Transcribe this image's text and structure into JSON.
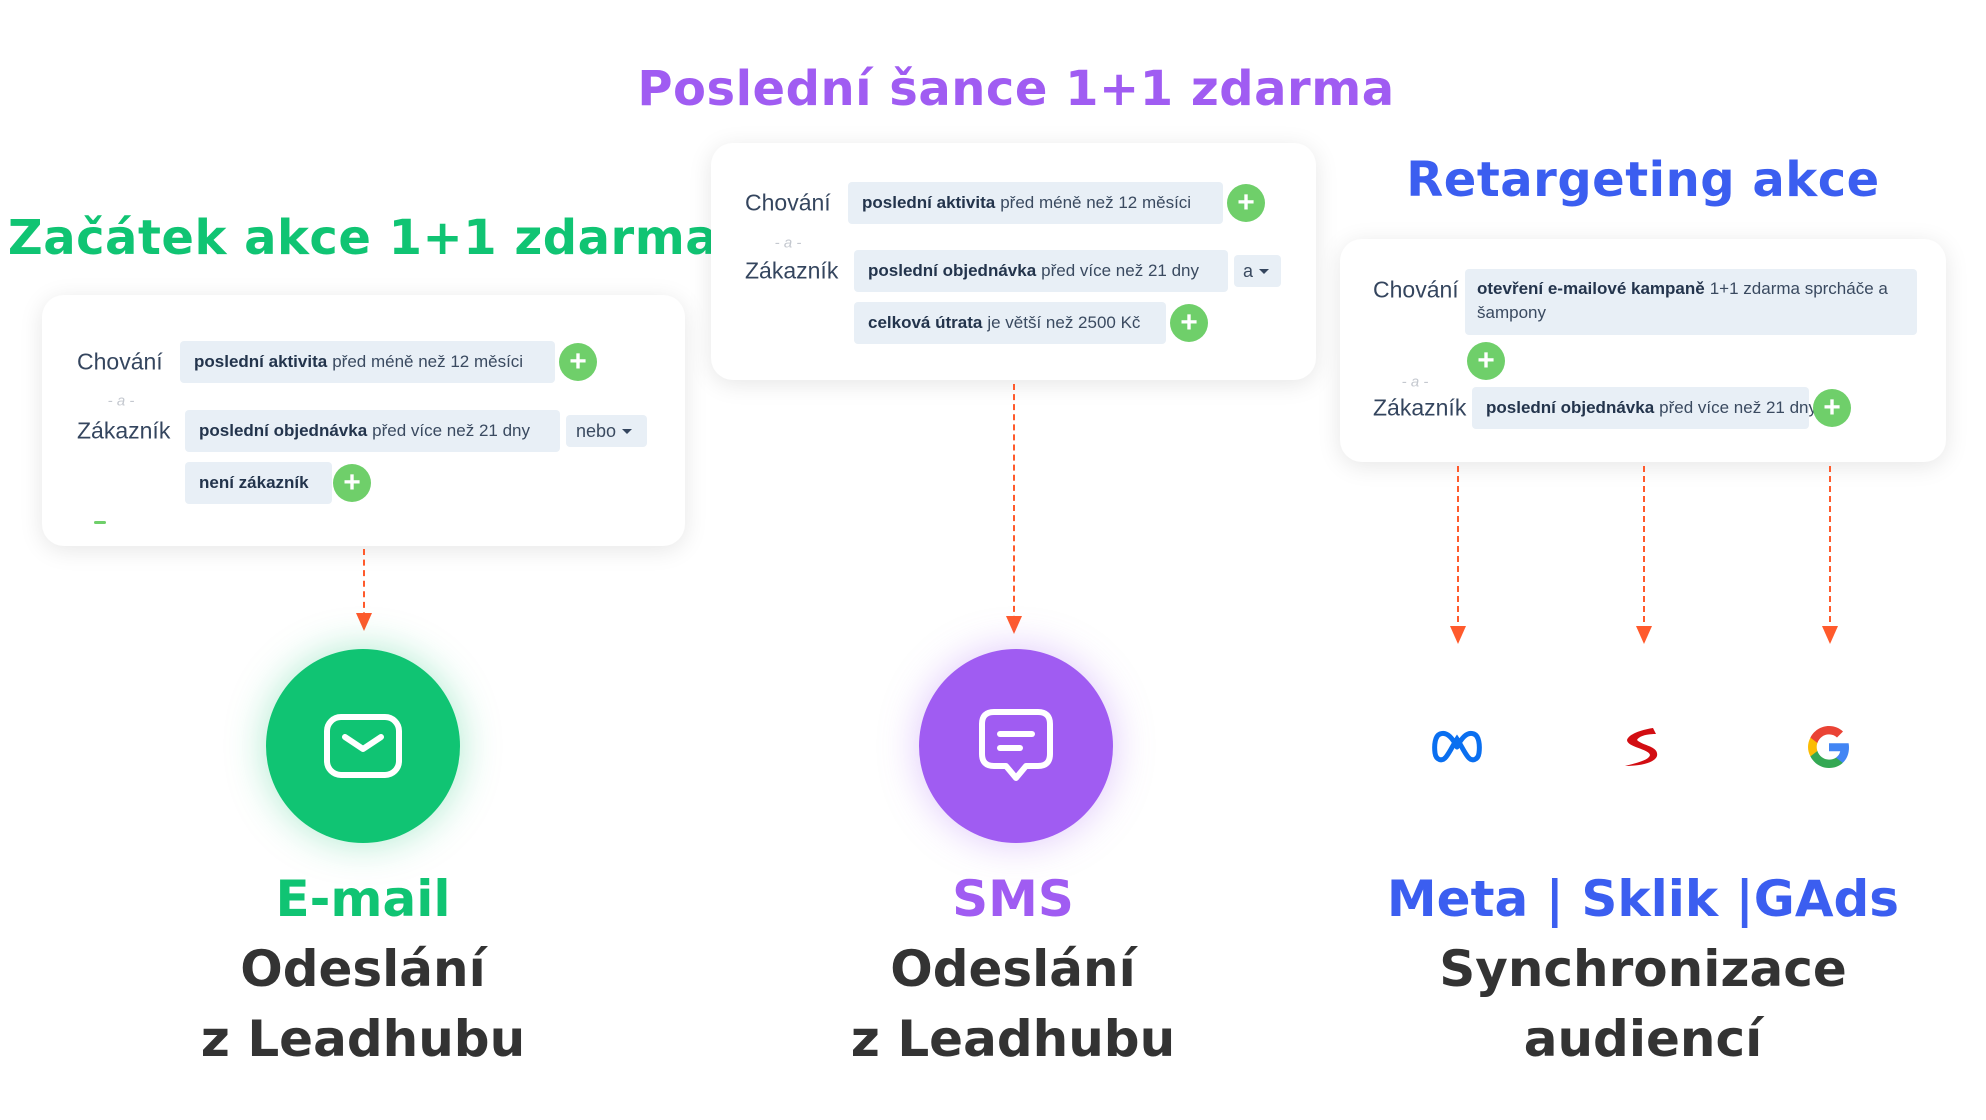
{
  "colors": {
    "green": "#10c473",
    "purple": "#a05cf2",
    "blue": "#3b5ef0",
    "arrow": "#ff5a2c",
    "plus": "#6fcf6a"
  },
  "columns": [
    {
      "title": "Začátek akce 1+1 zdarma",
      "card": {
        "row1_label": "Chování",
        "row1_chip_bold": "poslední aktivita",
        "row1_chip_text": "před méně než 12 měsíci",
        "separator": "- a -",
        "row2_label": "Zákazník",
        "row2_chip_bold": "poslední objednávka",
        "row2_chip_text": "před více než 21 dny",
        "operator": "nebo",
        "row3_chip_bold": "není zákazník"
      },
      "channel_icon": "envelope-icon",
      "channel": "E-mail",
      "line1": "Odeslání",
      "line2": "z Leadhubu"
    },
    {
      "title": "Poslední šance 1+1 zdarma",
      "card": {
        "row1_label": "Chování",
        "row1_chip_bold": "poslední aktivita",
        "row1_chip_text": "před méně než 12 měsíci",
        "separator": "- a -",
        "row2_label": "Zákazník",
        "row2_chip_bold": "poslední objednávka",
        "row2_chip_text": "před více než 21 dny",
        "operator": "a",
        "row3_chip_bold": "celková útrata",
        "row3_chip_text": "je větší než 2500 Kč"
      },
      "channel_icon": "chat-message-icon",
      "channel": "SMS",
      "line1": "Odeslání",
      "line2": "z Leadhubu"
    },
    {
      "title": "Retargeting akce",
      "card": {
        "row1_label": "Chování",
        "row1_chip_bold": "otevření e-mailové kampaně",
        "row1_chip_text": "1+1 zdarma sprcháče a šampony",
        "separator": "- a -",
        "row2_label": "Zákazník",
        "row2_chip_bold": "poslední objednávka",
        "row2_chip_text": "před více než 21 dny"
      },
      "logos": [
        "meta-logo",
        "sklik-logo",
        "google-logo"
      ],
      "channel": "Meta | Sklik |GAds",
      "line1": "Synchronizace",
      "line2": "audiencí"
    }
  ]
}
